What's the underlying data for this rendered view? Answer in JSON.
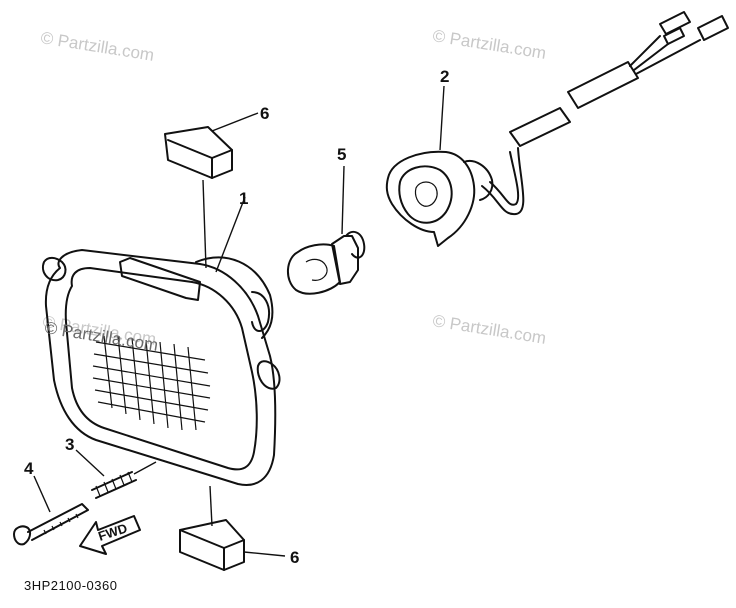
{
  "watermarks": [
    "© Partzilla.com",
    "© Partzilla.com",
    "© Partzilla.com",
    "© Partzilla.com",
    "© Partzilla.com"
  ],
  "callouts": [
    "1",
    "2",
    "3",
    "4",
    "5",
    "6",
    "6"
  ],
  "fwd_label": "FWD",
  "diagram_code": "3HP2100-0360",
  "colors": {
    "ink": "#111111",
    "watermark": "#c8c8c8",
    "background": "#ffffff"
  }
}
